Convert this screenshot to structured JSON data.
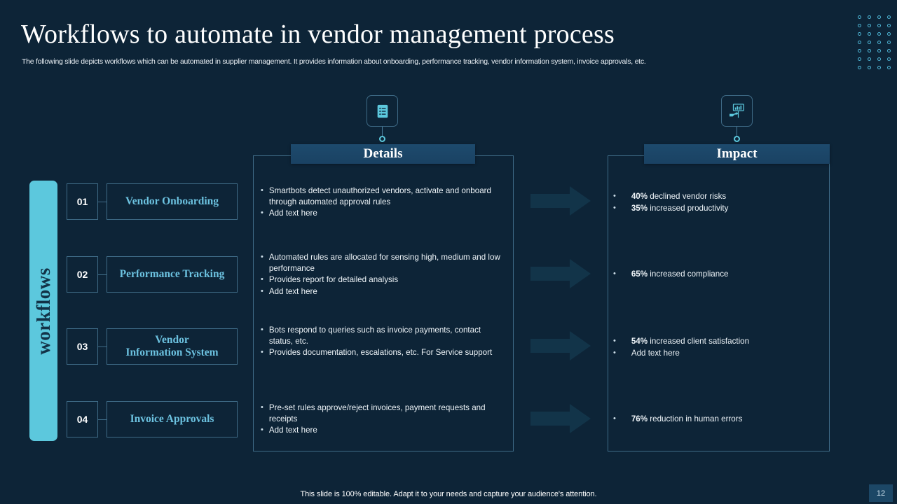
{
  "header": {
    "title": "Workflows to automate in vendor management process",
    "subtitle": "The following slide depicts workflows which can be automated in supplier management. It provides information about onboarding, performance tracking, vendor information system, invoice approvals, etc."
  },
  "rail": {
    "label": "workflows"
  },
  "steps": [
    {
      "num": "01",
      "label": "Vendor Onboarding"
    },
    {
      "num": "02",
      "label": "Performance Tracking"
    },
    {
      "num": "03",
      "label": "Vendor\nInformation System"
    },
    {
      "num": "04",
      "label": "Invoice Approvals"
    }
  ],
  "columns": {
    "details": {
      "header": "Details",
      "icon": "list-document-icon"
    },
    "impact": {
      "header": "Impact",
      "icon": "hand-holding-chart-icon"
    }
  },
  "details_rows": [
    {
      "bullets": [
        "Smartbots detect unauthorized vendors, activate and onboard through automated approval rules",
        "Add text here"
      ]
    },
    {
      "bullets": [
        "Automated rules are allocated for sensing high, medium and low performance",
        "Provides report for detailed analysis",
        "Add text here"
      ]
    },
    {
      "bullets": [
        "Bots respond to queries such as invoice payments, contact status, etc.",
        "Provides documentation, escalations, etc. For Service support"
      ]
    },
    {
      "bullets": [
        "Pre-set rules approve/reject invoices, payment requests and receipts",
        "Add text here"
      ]
    }
  ],
  "impact_rows": [
    {
      "bullets": [
        {
          "pct": "40%",
          "text": "declined vendor risks"
        },
        {
          "pct": "35%",
          "text": "increased productivity"
        }
      ]
    },
    {
      "bullets": [
        {
          "pct": "65%",
          "text": "increased compliance"
        }
      ]
    },
    {
      "bullets": [
        {
          "pct": "54%",
          "text": "increased client satisfaction"
        },
        {
          "pct": "",
          "text": "Add text here"
        }
      ]
    },
    {
      "bullets": [
        {
          "pct": "76%",
          "text": "reduction in human errors"
        }
      ]
    }
  ],
  "arrows": {
    "count": 4,
    "name": "right-arrow-icon"
  },
  "footer": {
    "note": "This slide is 100% editable. Adapt it to your needs and capture your audience's attention.",
    "page": "12"
  },
  "colors": {
    "background": "#0d2437",
    "accent_cyan": "#5cc8dd",
    "border": "#3f6b87",
    "header_band": "#1d4a6d",
    "step_text": "#6cc2e0",
    "arrow": "#123449"
  }
}
